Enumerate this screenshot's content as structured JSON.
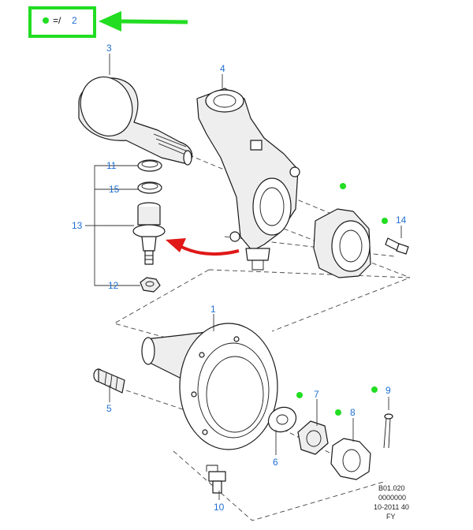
{
  "legend": {
    "symbol": "=/",
    "qty": "2"
  },
  "callouts": [
    {
      "id": "c3",
      "label": "3"
    },
    {
      "id": "c4",
      "label": "4"
    },
    {
      "id": "c11",
      "label": "11"
    },
    {
      "id": "c15",
      "label": "15"
    },
    {
      "id": "c13",
      "label": "13"
    },
    {
      "id": "c12",
      "label": "12"
    },
    {
      "id": "c14",
      "label": "14"
    },
    {
      "id": "c1",
      "label": "1"
    },
    {
      "id": "c5",
      "label": "5"
    },
    {
      "id": "c7",
      "label": "7"
    },
    {
      "id": "c9",
      "label": "9"
    },
    {
      "id": "c8",
      "label": "8"
    },
    {
      "id": "c6",
      "label": "6"
    },
    {
      "id": "c10",
      "label": "10"
    }
  ],
  "reference": {
    "line1": "B01.020",
    "line2": "0000000",
    "line3": "10-2011 40",
    "line4": "FY"
  },
  "colors": {
    "highlight": "#22dd22",
    "callout": "#1f6fd0",
    "arrow": "#e01818",
    "line": "#1a1a1a"
  },
  "icons": [
    "green-dot-icon",
    "highlight-arrow-icon",
    "direction-arrow-icon"
  ]
}
